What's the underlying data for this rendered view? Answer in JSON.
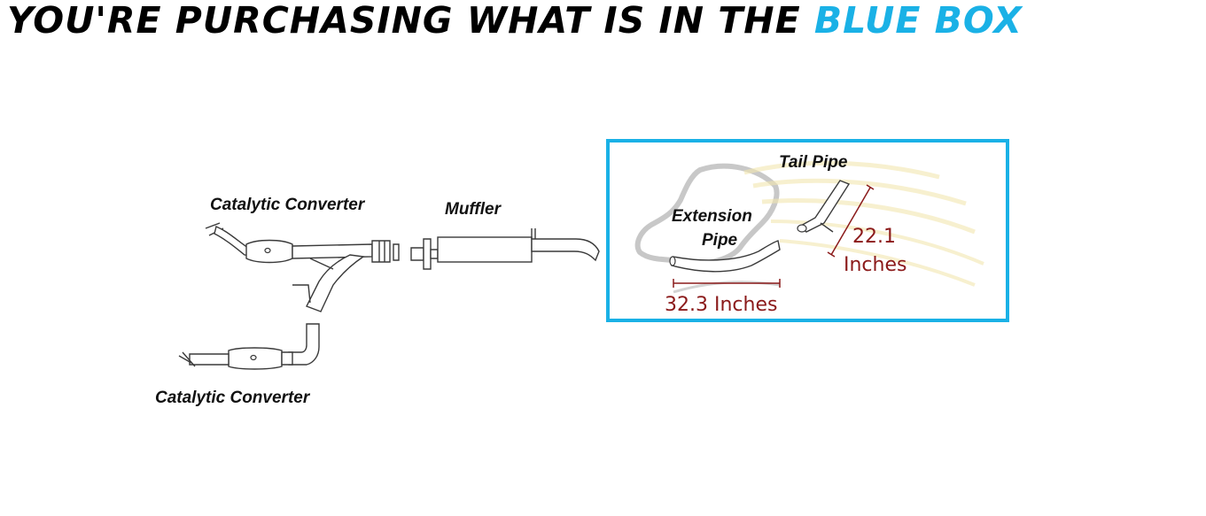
{
  "headline": {
    "prefix": "YOU'RE PURCHASING WHAT IS IN THE",
    "highlight": "BLUE BOX"
  },
  "colors": {
    "accent": "#1ab1e6",
    "dimension": "#8b1a1a",
    "box_border": "#1ab1e6"
  },
  "labels": {
    "catalytic_converter_top": "Catalytic Converter",
    "catalytic_converter_bottom": "Catalytic Converter",
    "muffler": "Muffler",
    "extension_pipe_line1": "Extension",
    "extension_pipe_line2": "Pipe",
    "tail_pipe": "Tail Pipe"
  },
  "dimensions": {
    "extension_pipe": "32.3 Inches",
    "tail_pipe_value": "22.1",
    "tail_pipe_unit": "Inches"
  },
  "watermark": {
    "icon": "horse-head-icon"
  }
}
